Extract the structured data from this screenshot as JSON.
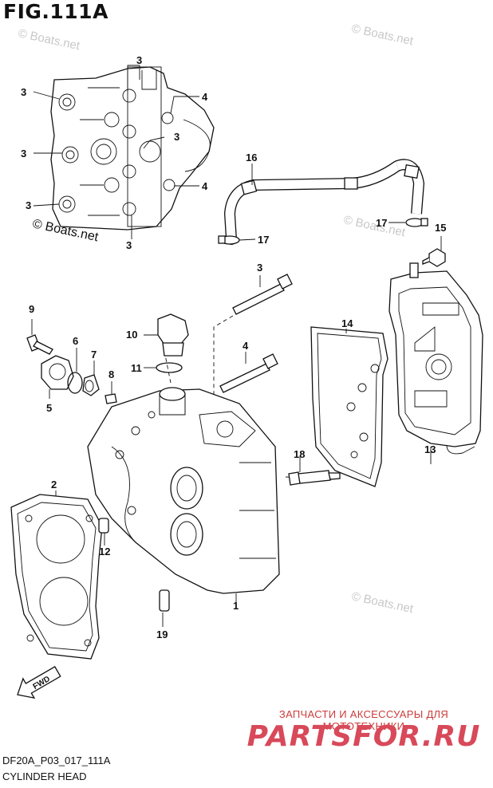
{
  "figure": {
    "title": "FIG.111A",
    "code": "DF20A_P03_017_111A",
    "caption": "CYLINDER HEAD"
  },
  "watermark": {
    "text": "© Boats.net"
  },
  "callouts": {
    "c3": "3",
    "c4": "4",
    "c16": "16",
    "c17": "17",
    "c15": "15",
    "c9": "9",
    "c10": "10",
    "c11": "11",
    "c6": "6",
    "c7": "7",
    "c8": "8",
    "c5": "5",
    "c14": "14",
    "c13": "13",
    "c18": "18",
    "c2": "2",
    "c12": "12",
    "c1": "1",
    "c19": "19"
  },
  "fwd": {
    "label": "FWD"
  },
  "promo": {
    "line": "ЗАПЧАСТИ И АКСЕССУАРЫ ДЛЯ МОТОТЕХНИКИ",
    "brand": "PARTSFOR.RU"
  },
  "colors": {
    "ink": "#111111",
    "watermark": "#c8c8c8",
    "brand": "#d8495a"
  }
}
